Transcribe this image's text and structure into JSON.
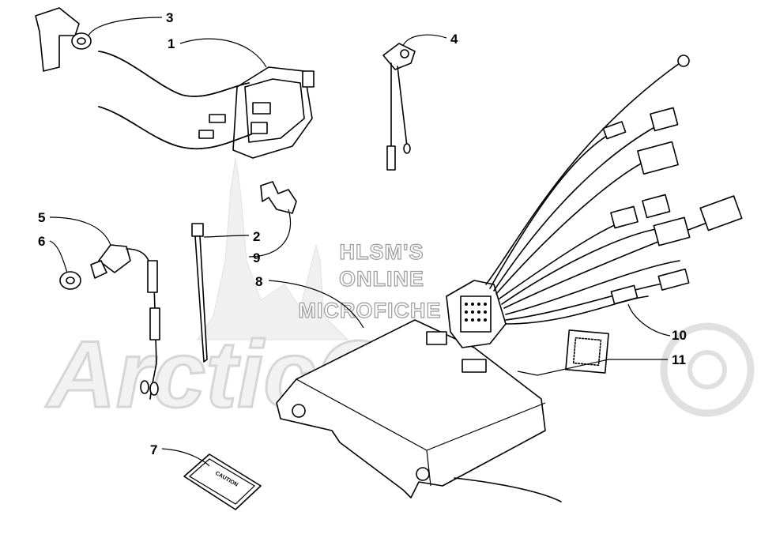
{
  "watermark": {
    "brand": "ArcticCat",
    "line1": "HLSM'S",
    "line2": "ONLINE",
    "line3": "MICROFICHE"
  },
  "callouts": [
    "1",
    "2",
    "3",
    "4",
    "5",
    "6",
    "7",
    "8",
    "9",
    "10",
    "11"
  ],
  "decal": {
    "text": "CAUTION"
  }
}
